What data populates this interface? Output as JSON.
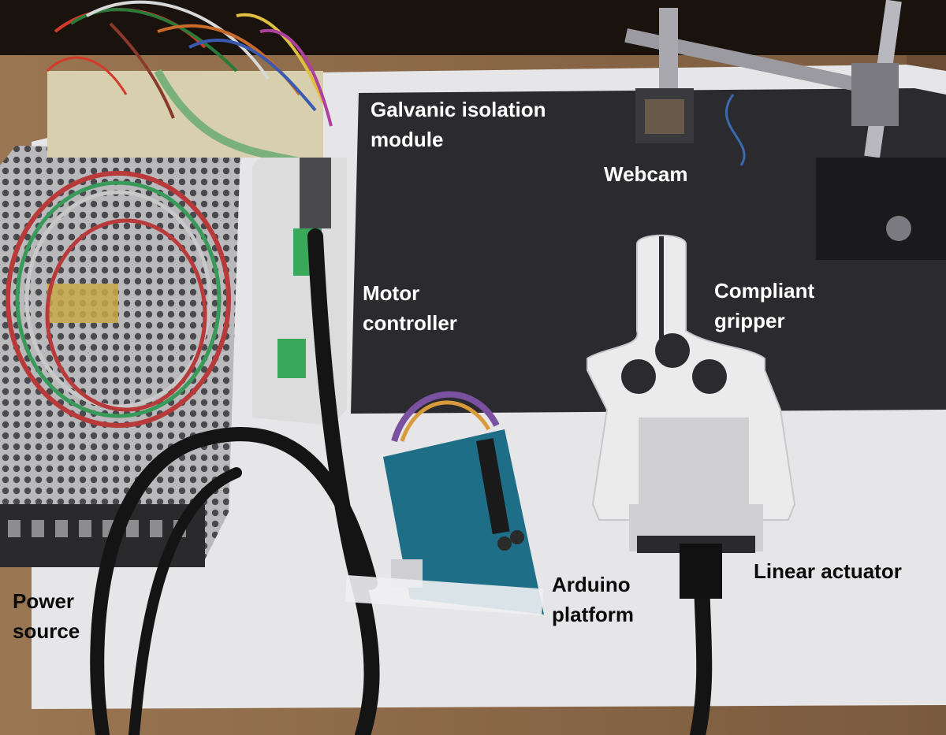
{
  "labels": {
    "galvanic_isolation": "Galvanic isolation\nmodule",
    "webcam": "Webcam",
    "motor_controller": "Motor\ncontroller",
    "compliant_gripper": "Compliant\ngripper",
    "linear_actuator": "Linear actuator",
    "arduino_platform": "Arduino\nplatform",
    "power_source": "Power\nsource"
  },
  "colors": {
    "table_wood": "#8a6a4a",
    "white_board": "#e9e9ea",
    "black_mat": "#2b2b30",
    "arduino_board": "#1d6e86",
    "label_light": "#ffffff",
    "label_dark": "#0a0a0a"
  }
}
